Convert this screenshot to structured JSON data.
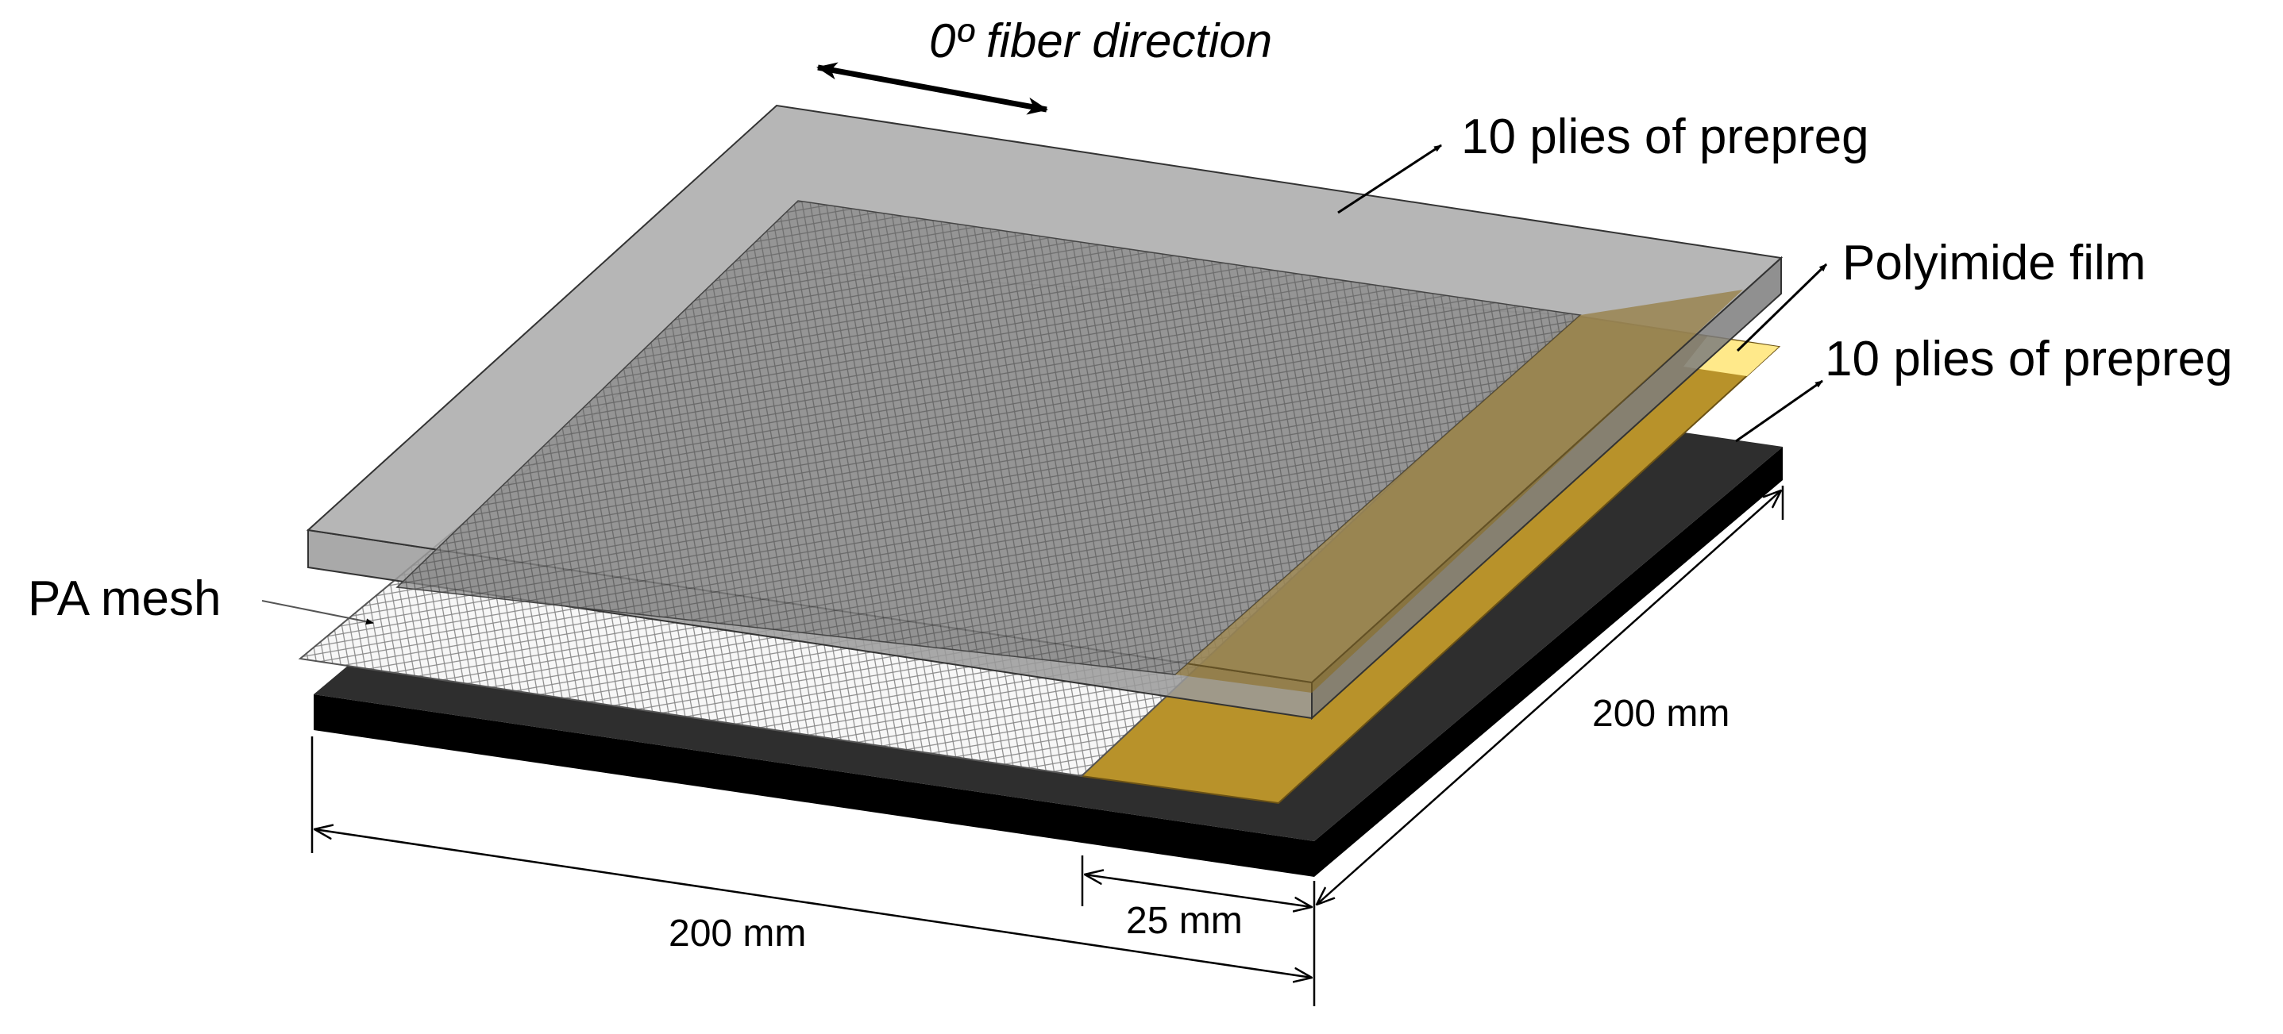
{
  "labels": {
    "fiber_direction": "0º fiber direction",
    "top_prepreg": "10 plies of prepreg",
    "polyimide_film": "Polyimide film",
    "bottom_prepreg": "10 plies of prepreg",
    "pa_mesh": "PA mesh",
    "dim_length": "200 mm",
    "dim_width": "200 mm",
    "dim_insert": "25 mm"
  },
  "colors": {
    "top_laminate": "#a9a9a9",
    "top_laminate_side": "#8e8e8e",
    "mesh_on_laminate": "#7a7a7a",
    "pa_mesh": "#f2f2f2",
    "polyimide_film": "#b8922a",
    "polyimide_film_light": "#ffe98a",
    "bottom_laminate_top": "#2e2e2e",
    "bottom_laminate_side": "#000000"
  }
}
